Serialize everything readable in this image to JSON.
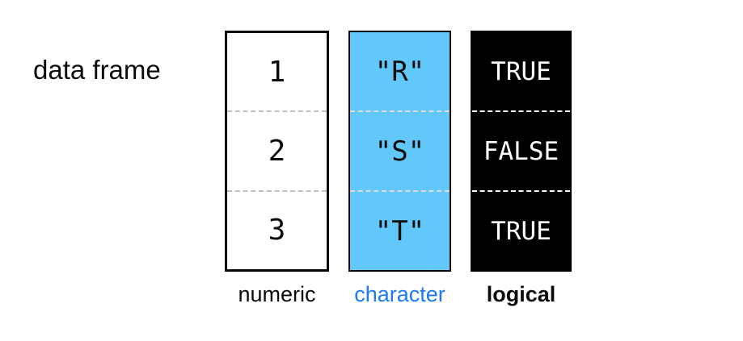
{
  "title": "data frame",
  "colors": {
    "background": "#ffffff",
    "border": "#000000",
    "numeric_fill": "#ffffff",
    "character_fill": "#61c8f9",
    "logical_fill": "#000000",
    "numeric_text": "#0b0b0b",
    "character_text": "#0b0b0b",
    "logical_text": "#ffffff",
    "character_label": "#1d7af2",
    "numeric_divider": "#c2c2c2",
    "character_divider": "#dcdcdc",
    "logical_divider": "#ffffff"
  },
  "columns": [
    {
      "label": "numeric",
      "cells": [
        "1",
        "2",
        "3"
      ]
    },
    {
      "label": "character",
      "cells": [
        "\"R\"",
        "\"S\"",
        "\"T\""
      ]
    },
    {
      "label": "logical",
      "cells": [
        "TRUE",
        "FALSE",
        "TRUE"
      ]
    }
  ]
}
